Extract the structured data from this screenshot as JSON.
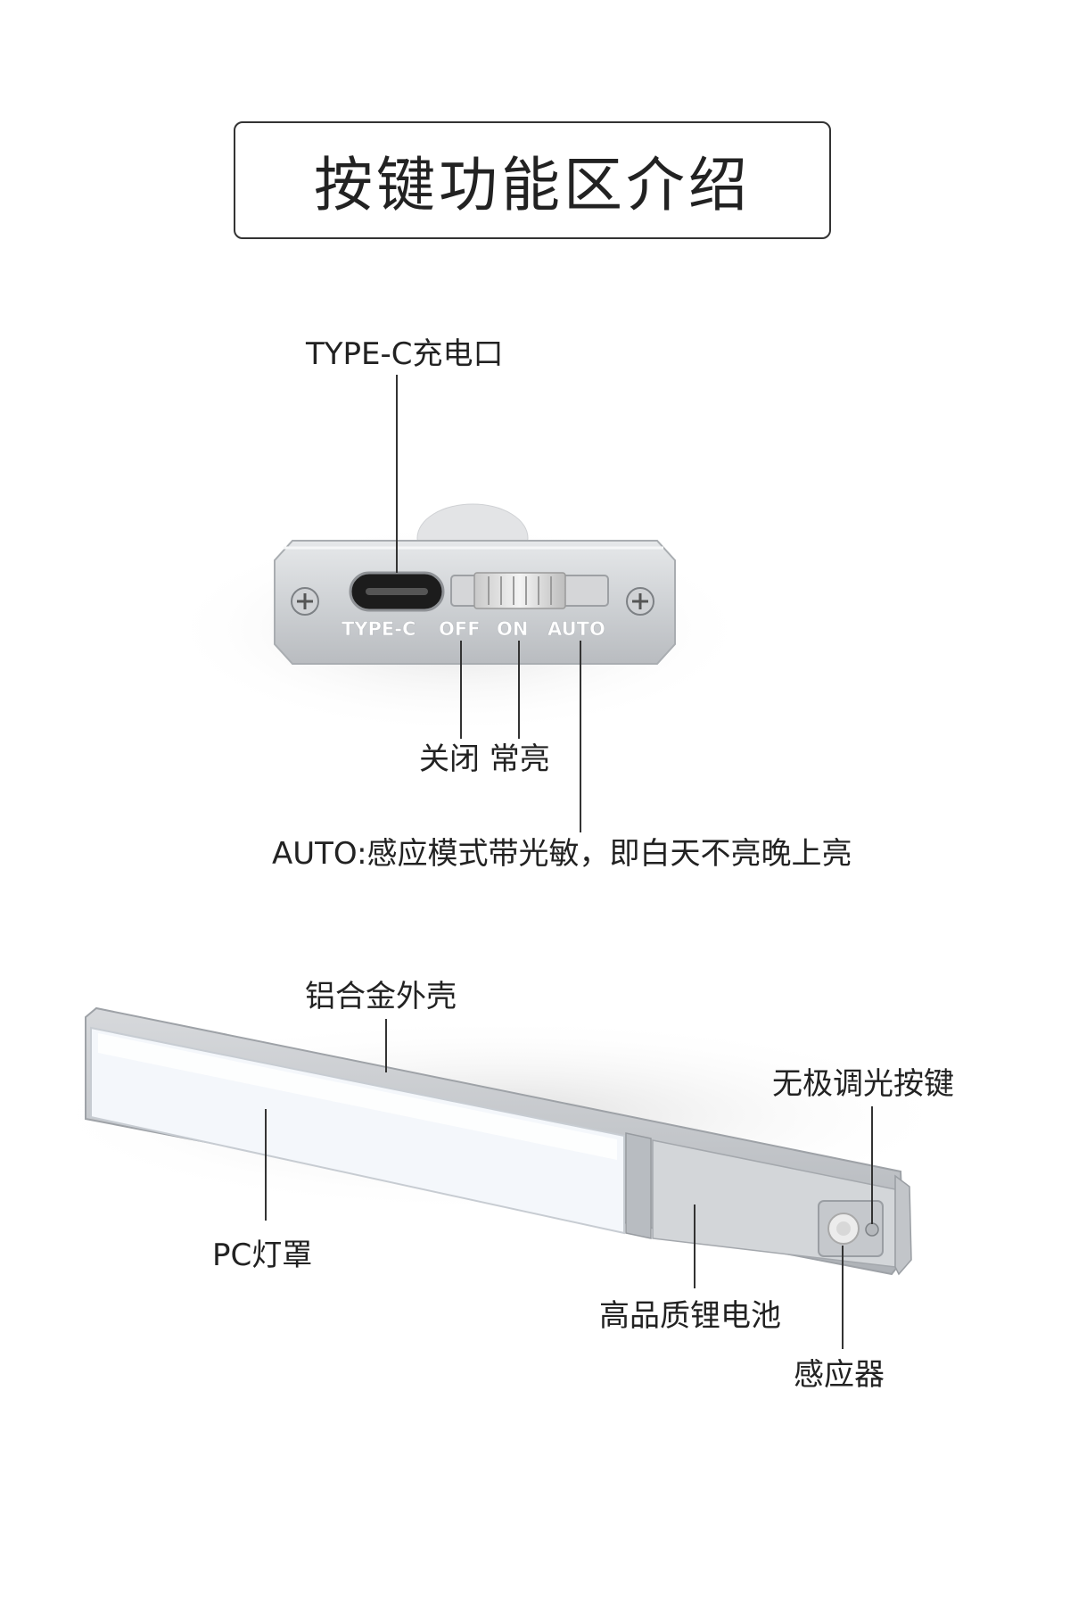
{
  "title": "按键功能区介绍",
  "panel": {
    "port_label": "TYPE-C充电口",
    "engraved": {
      "typec": "TYPE-C",
      "off": "OFF",
      "on": "ON",
      "auto": "AUTO"
    },
    "off_on_label": "关闭 常亮",
    "auto_label": "AUTO:感应模式带光敏，即白天不亮晚上亮"
  },
  "bar": {
    "shell_label": "铝合金外壳",
    "dimmer_label": "无极调光按键",
    "cover_label": "PC灯罩",
    "battery_label": "高品质锂电池",
    "sensor_label": "感应器"
  }
}
